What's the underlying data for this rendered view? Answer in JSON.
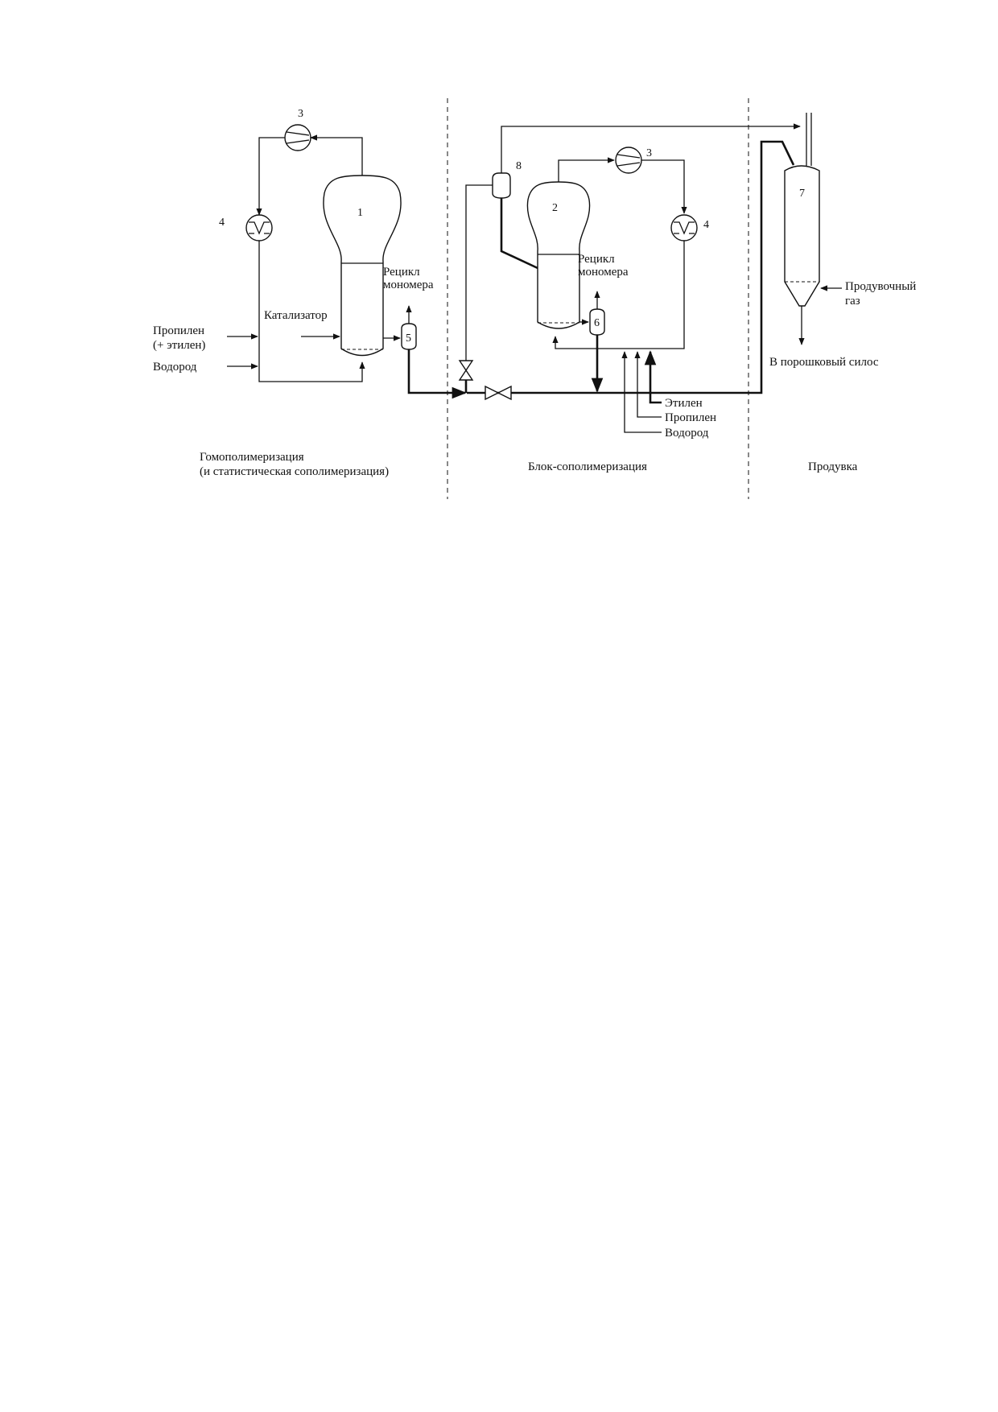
{
  "equipment": {
    "reactor_1": "1",
    "reactor_2": "2",
    "compressor_a": "3",
    "compressor_b": "3",
    "cooler_a": "4",
    "cooler_b": "4",
    "separator_5": "5",
    "separator_6": "6",
    "purge_vessel": "7",
    "filter_8": "8"
  },
  "labels": {
    "propylene_line1": "Пропилен",
    "propylene_line2": "(+ этилен)",
    "hydrogen_left": "Водород",
    "catalyst": "Катализатор",
    "recycle_1_line1": "Рецикл",
    "recycle_1_line2": "мономера",
    "recycle_2_line1": "Рецикл",
    "recycle_2_line2": "мономера",
    "ethylene": "Этилен",
    "propylene_right": "Пропилен",
    "hydrogen_right": "Водород",
    "purge_gas_line1": "Продувочный",
    "purge_gas_line2": "газ",
    "to_silo": "В порошковый силос"
  },
  "sections": {
    "homopolymerization_line1": "Гомополимеризация",
    "homopolymerization_line2": "(и статистическая сополимеризация)",
    "block_copolymerization": "Блок-сополимеризация",
    "purging": "Продувка"
  }
}
